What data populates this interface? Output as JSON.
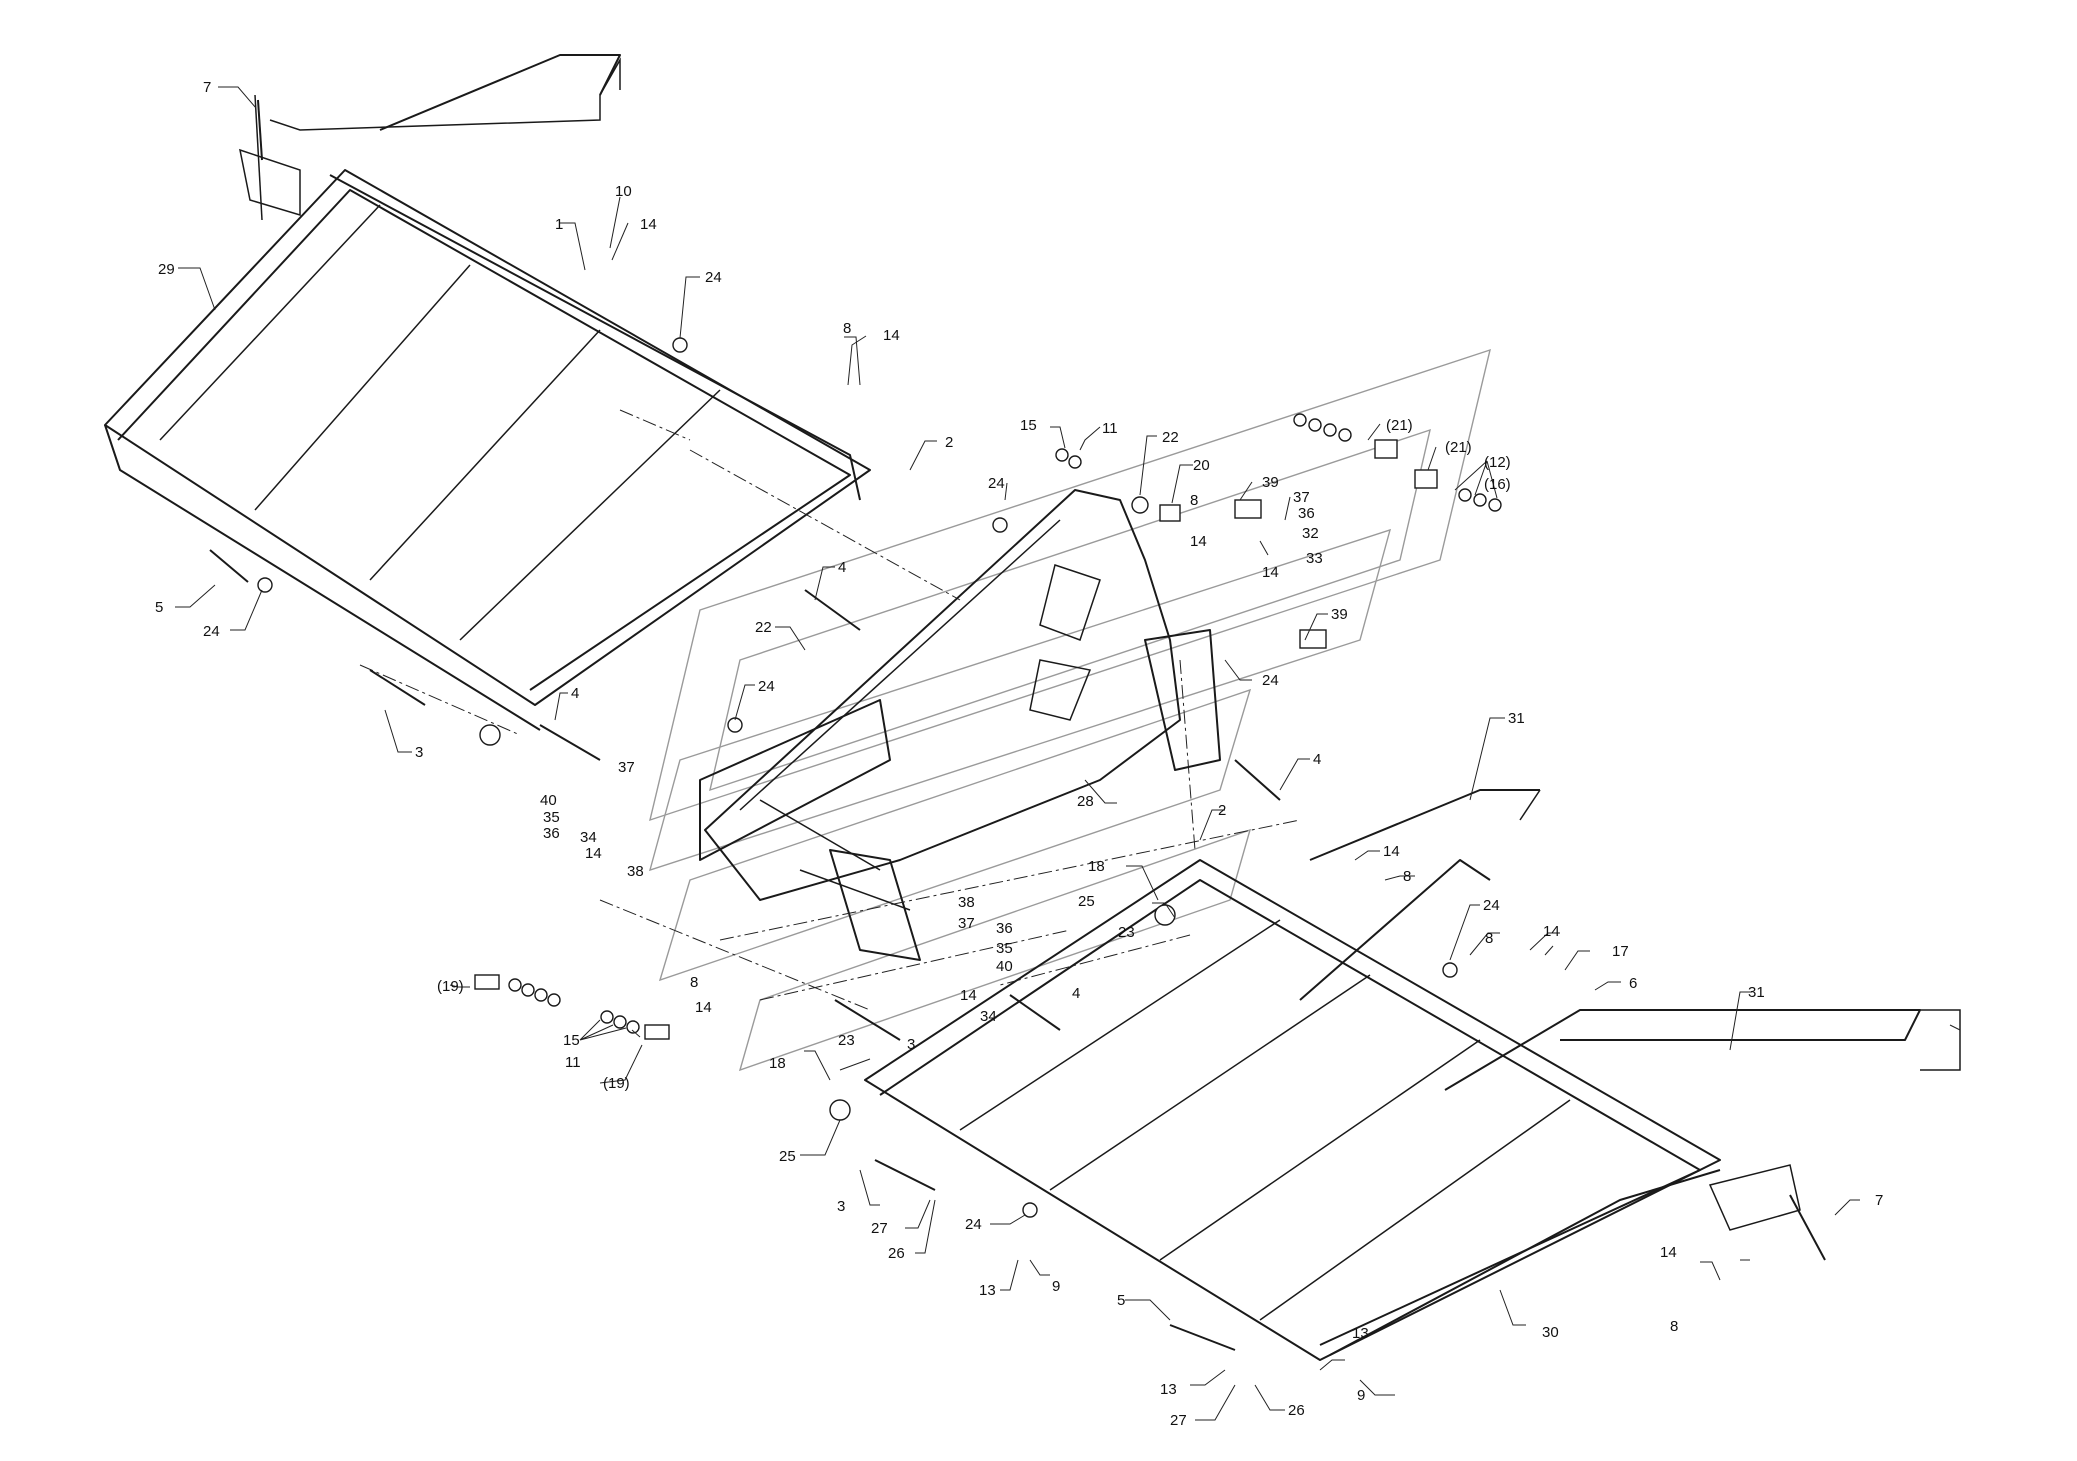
{
  "title": "",
  "callouts": [
    {
      "id": "c7a",
      "text": "7"
    },
    {
      "id": "c29",
      "text": "29"
    },
    {
      "id": "c1",
      "text": "1"
    },
    {
      "id": "c10",
      "text": "10"
    },
    {
      "id": "c14a",
      "text": "14"
    },
    {
      "id": "c24a",
      "text": "24"
    },
    {
      "id": "c8a",
      "text": "8"
    },
    {
      "id": "c14b",
      "text": "14"
    },
    {
      "id": "c15a",
      "text": "15"
    },
    {
      "id": "c11a",
      "text": "11"
    },
    {
      "id": "c22a",
      "text": "22"
    },
    {
      "id": "c20",
      "text": "20"
    },
    {
      "id": "c21a",
      "text": "(21)"
    },
    {
      "id": "c21b",
      "text": "(21)"
    },
    {
      "id": "c12",
      "text": "(12)"
    },
    {
      "id": "c16",
      "text": "(16)"
    },
    {
      "id": "c2a",
      "text": "2"
    },
    {
      "id": "c24b",
      "text": "24"
    },
    {
      "id": "c39a",
      "text": "39"
    },
    {
      "id": "c8b",
      "text": "8"
    },
    {
      "id": "c14c",
      "text": "14"
    },
    {
      "id": "c37a",
      "text": "37"
    },
    {
      "id": "c36a",
      "text": "36"
    },
    {
      "id": "c32",
      "text": "32"
    },
    {
      "id": "c14d",
      "text": "14"
    },
    {
      "id": "c33",
      "text": "33"
    },
    {
      "id": "c5a",
      "text": "5"
    },
    {
      "id": "c24c",
      "text": "24"
    },
    {
      "id": "c4a",
      "text": "4"
    },
    {
      "id": "c22b",
      "text": "22"
    },
    {
      "id": "c39b",
      "text": "39"
    },
    {
      "id": "c24d",
      "text": "24"
    },
    {
      "id": "c24e",
      "text": "24"
    },
    {
      "id": "c4b",
      "text": "4"
    },
    {
      "id": "c3a",
      "text": "3"
    },
    {
      "id": "c31a",
      "text": "31"
    },
    {
      "id": "c4c",
      "text": "4"
    },
    {
      "id": "c37b",
      "text": "37"
    },
    {
      "id": "c40a",
      "text": "40"
    },
    {
      "id": "c35a",
      "text": "35"
    },
    {
      "id": "c36b",
      "text": "36"
    },
    {
      "id": "c34a",
      "text": "34"
    },
    {
      "id": "c14e",
      "text": "14"
    },
    {
      "id": "c28",
      "text": "28"
    },
    {
      "id": "c2b",
      "text": "2"
    },
    {
      "id": "c38a",
      "text": "38"
    },
    {
      "id": "c14f",
      "text": "14"
    },
    {
      "id": "c8c",
      "text": "8"
    },
    {
      "id": "c18a",
      "text": "18"
    },
    {
      "id": "c25a",
      "text": "25"
    },
    {
      "id": "c23a",
      "text": "23"
    },
    {
      "id": "c24f",
      "text": "24"
    },
    {
      "id": "c38b",
      "text": "38"
    },
    {
      "id": "c37c",
      "text": "37"
    },
    {
      "id": "c36c",
      "text": "36"
    },
    {
      "id": "c35b",
      "text": "35"
    },
    {
      "id": "c40b",
      "text": "40"
    },
    {
      "id": "c4d",
      "text": "4"
    },
    {
      "id": "c14g",
      "text": "14"
    },
    {
      "id": "c34b",
      "text": "34"
    },
    {
      "id": "c8d",
      "text": "8"
    },
    {
      "id": "c14h",
      "text": "14"
    },
    {
      "id": "c8e",
      "text": "8"
    },
    {
      "id": "c14i",
      "text": "14"
    },
    {
      "id": "c17",
      "text": "17"
    },
    {
      "id": "c6",
      "text": "6"
    },
    {
      "id": "c31b",
      "text": "31"
    },
    {
      "id": "c19a",
      "text": "(19)"
    },
    {
      "id": "c15b",
      "text": "15"
    },
    {
      "id": "c11b",
      "text": "11"
    },
    {
      "id": "c19b",
      "text": "(19)"
    },
    {
      "id": "c3b",
      "text": "3"
    },
    {
      "id": "c23b",
      "text": "23"
    },
    {
      "id": "c18b",
      "text": "18"
    },
    {
      "id": "c25b",
      "text": "25"
    },
    {
      "id": "c3c",
      "text": "3"
    },
    {
      "id": "c27a",
      "text": "27"
    },
    {
      "id": "c26a",
      "text": "26"
    },
    {
      "id": "c24g",
      "text": "24"
    },
    {
      "id": "c13a",
      "text": "13"
    },
    {
      "id": "c9a",
      "text": "9"
    },
    {
      "id": "c7b",
      "text": "7"
    },
    {
      "id": "c14j",
      "text": "14"
    },
    {
      "id": "c8f",
      "text": "8"
    },
    {
      "id": "c30",
      "text": "30"
    },
    {
      "id": "c5b",
      "text": "5"
    },
    {
      "id": "c13b",
      "text": "13"
    },
    {
      "id": "c13c",
      "text": "13"
    },
    {
      "id": "c9b",
      "text": "9"
    },
    {
      "id": "c27b",
      "text": "27"
    },
    {
      "id": "c26b",
      "text": "26"
    }
  ]
}
